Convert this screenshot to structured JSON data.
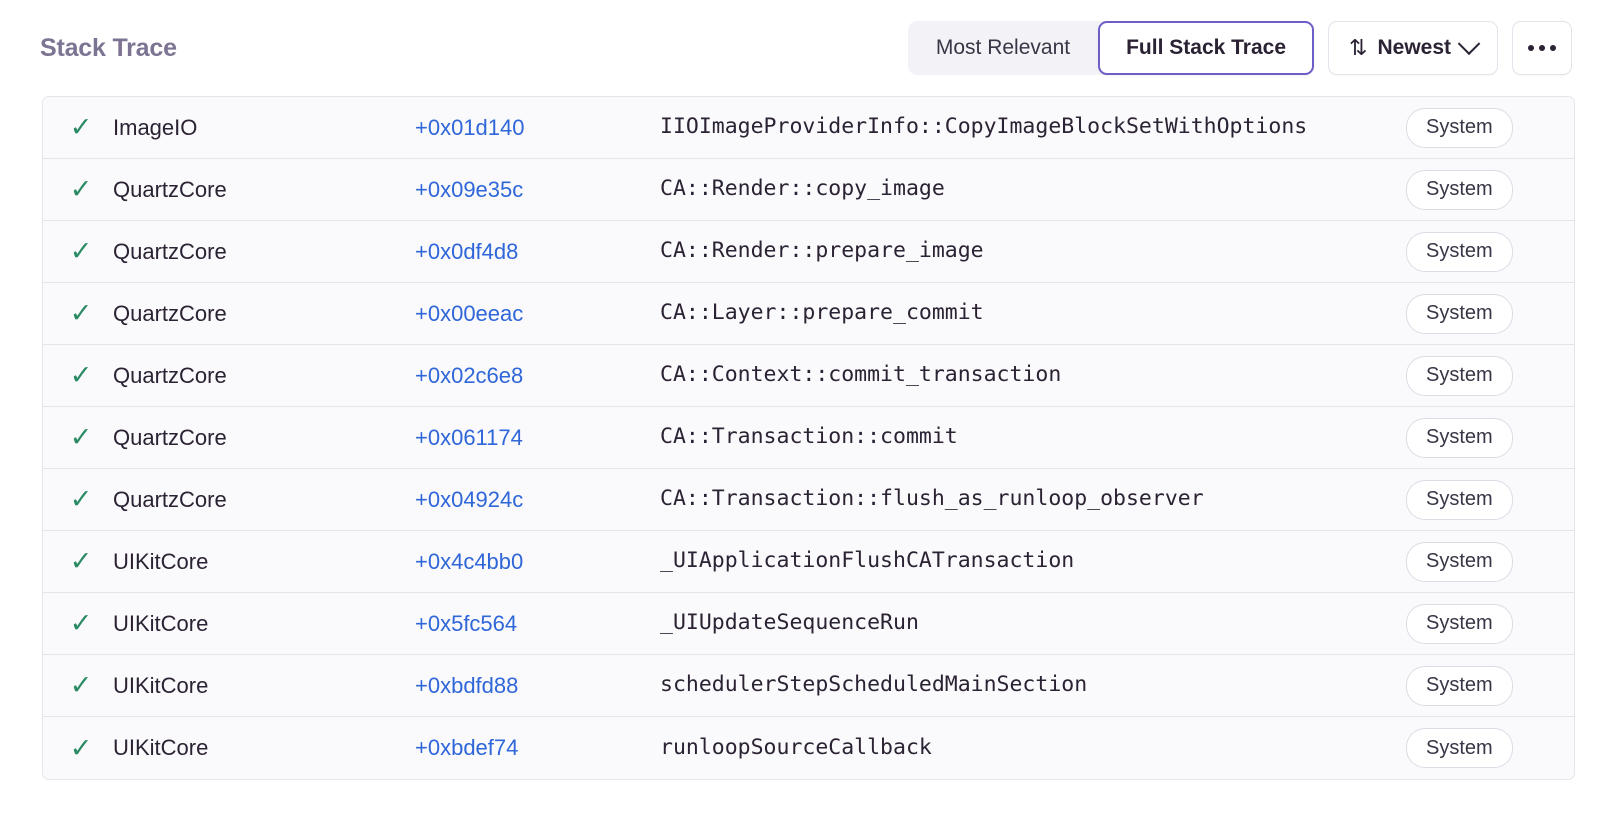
{
  "header": {
    "title": "Stack Trace",
    "segmented": {
      "options": [
        "Most Relevant",
        "Full Stack Trace"
      ],
      "selected": "Full Stack Trace"
    },
    "sort": {
      "icon": "sort-updown-icon",
      "label": "Newest",
      "chevron": "chevron-down-icon"
    },
    "more": {
      "icon": "ellipsis-icon",
      "label": "···"
    }
  },
  "colors": {
    "accent_purple": "#6c5fc7",
    "link_blue": "#2f66d8",
    "check_green": "#2a8a63",
    "title_gray": "#7d7392",
    "row_bg": "#fafafc",
    "border": "#e6e4eb"
  },
  "table": {
    "columns": [
      "status",
      "module",
      "offset",
      "function",
      "scope"
    ],
    "rows": [
      {
        "status": "✓",
        "module": "ImageIO",
        "offset": "+0x01d140",
        "function": "IIOImageProviderInfo::CopyImageBlockSetWithOptions",
        "scope": "System"
      },
      {
        "status": "✓",
        "module": "QuartzCore",
        "offset": "+0x09e35c",
        "function": "CA::Render::copy_image",
        "scope": "System"
      },
      {
        "status": "✓",
        "module": "QuartzCore",
        "offset": "+0x0df4d8",
        "function": "CA::Render::prepare_image",
        "scope": "System"
      },
      {
        "status": "✓",
        "module": "QuartzCore",
        "offset": "+0x00eeac",
        "function": "CA::Layer::prepare_commit",
        "scope": "System"
      },
      {
        "status": "✓",
        "module": "QuartzCore",
        "offset": "+0x02c6e8",
        "function": "CA::Context::commit_transaction",
        "scope": "System"
      },
      {
        "status": "✓",
        "module": "QuartzCore",
        "offset": "+0x061174",
        "function": "CA::Transaction::commit",
        "scope": "System"
      },
      {
        "status": "✓",
        "module": "QuartzCore",
        "offset": "+0x04924c",
        "function": "CA::Transaction::flush_as_runloop_observer",
        "scope": "System"
      },
      {
        "status": "✓",
        "module": "UIKitCore",
        "offset": "+0x4c4bb0",
        "function": "_UIApplicationFlushCATransaction",
        "scope": "System"
      },
      {
        "status": "✓",
        "module": "UIKitCore",
        "offset": "+0x5fc564",
        "function": "_UIUpdateSequenceRun",
        "scope": "System"
      },
      {
        "status": "✓",
        "module": "UIKitCore",
        "offset": "+0xbdfd88",
        "function": "schedulerStepScheduledMainSection",
        "scope": "System"
      },
      {
        "status": "✓",
        "module": "UIKitCore",
        "offset": "+0xbdef74",
        "function": "runloopSourceCallback",
        "scope": "System"
      }
    ]
  }
}
